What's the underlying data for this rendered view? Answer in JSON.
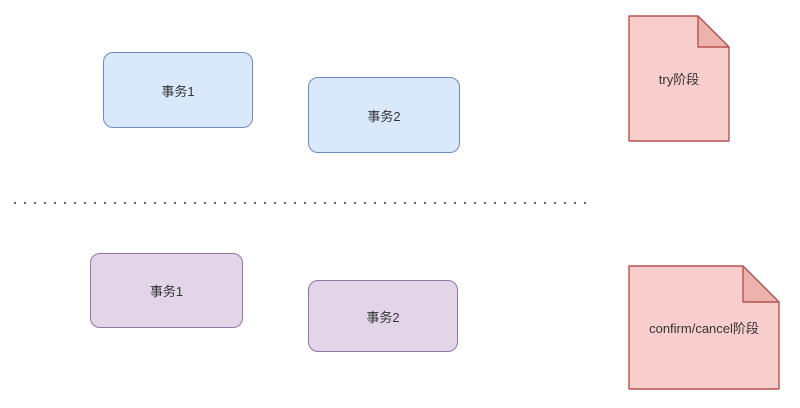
{
  "diagram": {
    "try_phase": {
      "boxes": [
        {
          "label": "事务1"
        },
        {
          "label": "事务2"
        }
      ],
      "note_label": "try阶段"
    },
    "confirm_phase": {
      "boxes": [
        {
          "label": "事务1"
        },
        {
          "label": "事务2"
        }
      ],
      "note_label": "confirm/cancel阶段"
    }
  },
  "colors": {
    "blue_box_fill": "#dae8fc",
    "blue_box_border": "#6c8ebf",
    "purple_box_fill": "#e1d5e7",
    "purple_box_border": "#9673a6",
    "note_fill": "#f8cecc",
    "note_fold_fill": "#ecb2ae",
    "note_border": "#b85450",
    "divider": "#666666",
    "text": "#333333",
    "background": "#ffffff"
  }
}
